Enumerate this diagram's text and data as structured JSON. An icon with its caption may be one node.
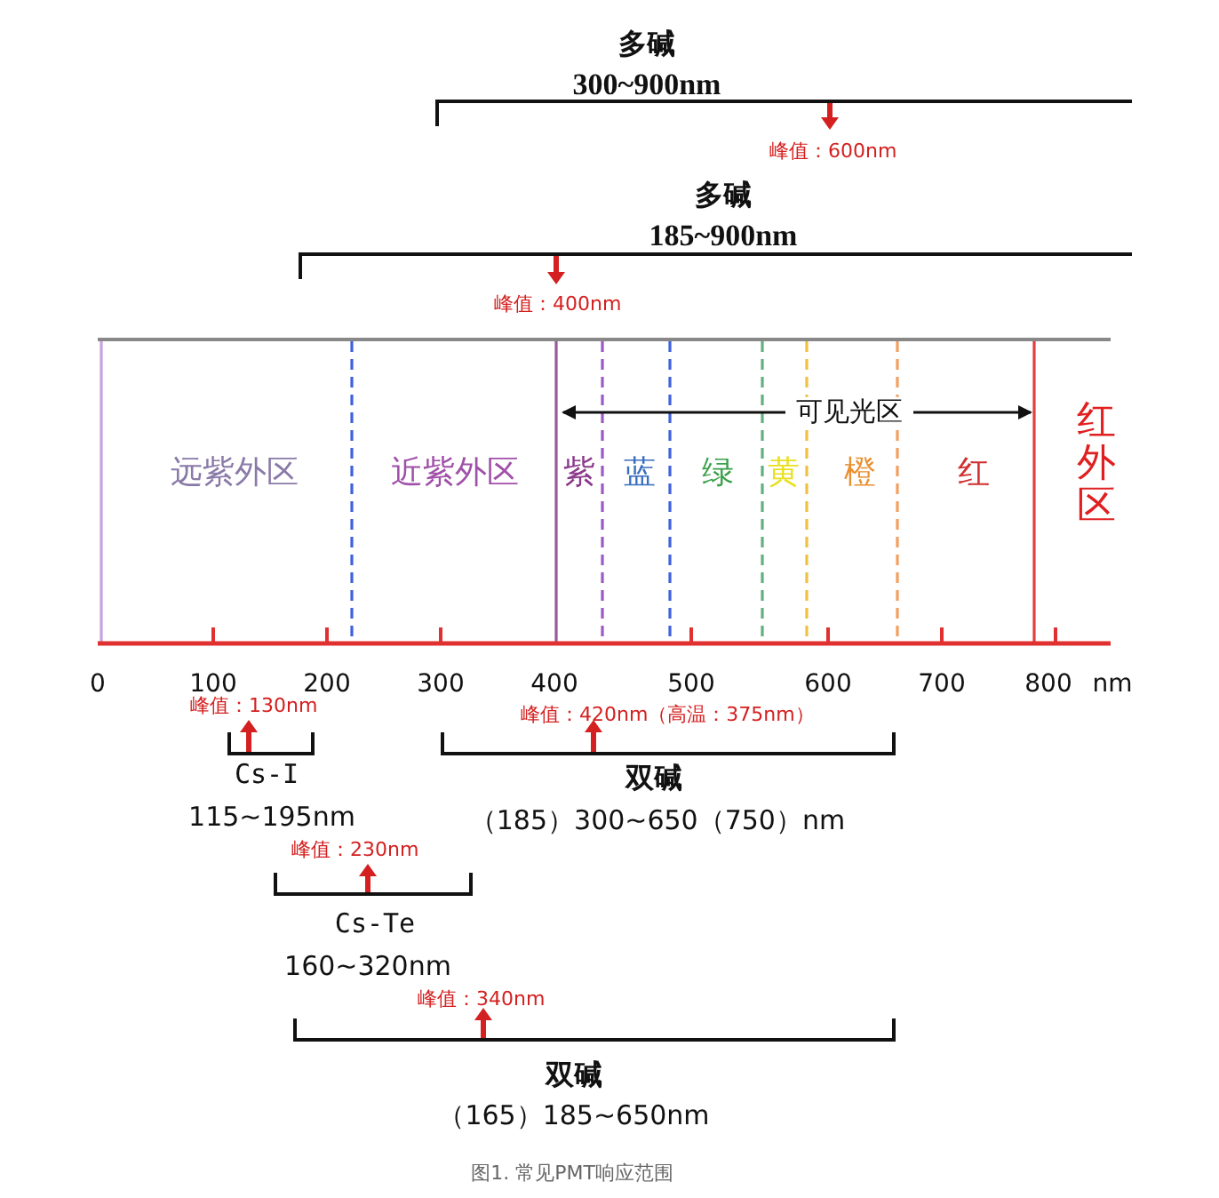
{
  "diagram": {
    "caption": "图1. 常见PMT响应范围",
    "labels": [
      "多碱",
      "300~900nm",
      "峰值：600nm",
      "多碱",
      "185~900nm",
      "峰值：400nm",
      "可见光区",
      "远紫外区",
      "近紫外区",
      "紫",
      "蓝",
      "绿",
      "黄",
      "橙",
      "红",
      "红外区",
      "0",
      "100",
      "200",
      "300",
      "400",
      "500",
      "600",
      "700",
      "800",
      "nm",
      "峰值：130nm",
      "峰值：420nm（高温：375nm）",
      "Cs-I",
      "双碱",
      "115~195nm",
      "（185）300~650（750）nm",
      "峰值：230nm",
      "Cs-Te",
      "160~320nm",
      "峰值：340nm",
      "双碱",
      "（165）185~650nm"
    ]
  }
}
